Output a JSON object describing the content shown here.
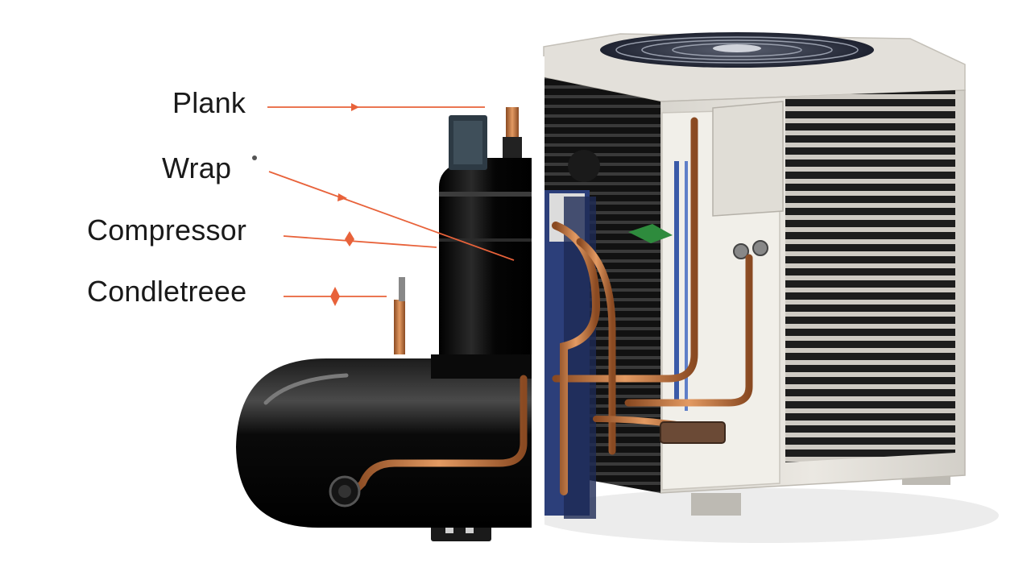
{
  "diagram": {
    "labels": [
      {
        "id": "plank",
        "text": "Plank"
      },
      {
        "id": "wrap",
        "text": "Wrap"
      },
      {
        "id": "compressor",
        "text": "Compressor"
      },
      {
        "id": "condletreee",
        "text": "Condletreee"
      }
    ]
  },
  "colors": {
    "leader_line": "#e8623a",
    "compressor_body": "#0b0b0b",
    "copper_pipe": "#c8743e",
    "unit_casing": "#e6e3dc",
    "fin_grille": "#1e1e1e",
    "coil_blue": "#2c3f7a"
  }
}
